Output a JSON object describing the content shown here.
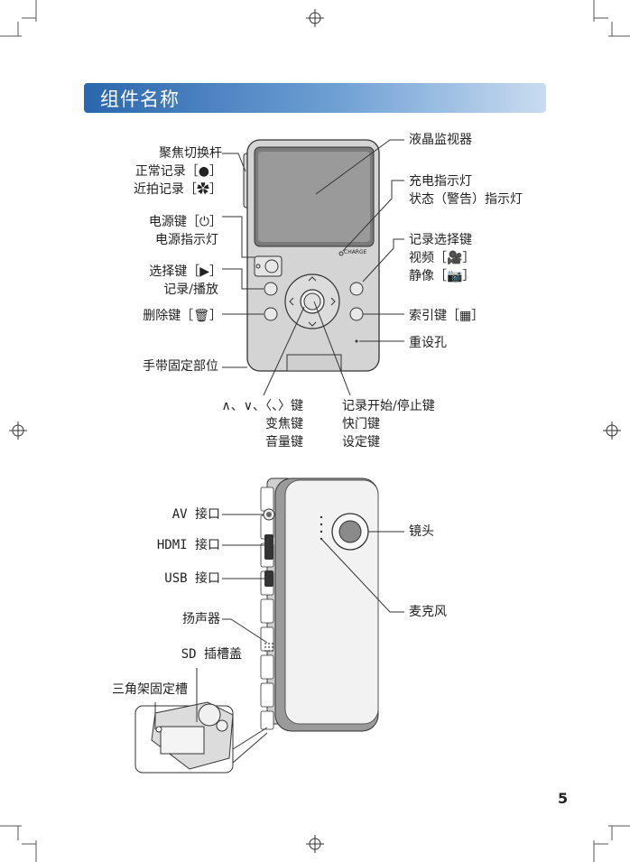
{
  "title": "组件名称",
  "page_number": "5",
  "front_labels": {
    "focus_switch": "聚焦切换杆",
    "normal_record": "正常记录［●］",
    "macro_record": "近拍记录［✿］",
    "power_key": "电源键［⏻］",
    "power_light": "电源指示灯",
    "select_key": "选择键［▶］",
    "record_play": "记录/播放",
    "delete_key": "删除键［🗑］",
    "strap_mount": "手带固定部位",
    "lcd": "液晶监视器",
    "charge_light": "充电指示灯",
    "status_light": "状态（警告）指示灯",
    "rec_select_key": "记录选择键",
    "video": "视频［🎥］",
    "still": "静像［📷］",
    "index_key": "索引键［▦］",
    "reset_hole": "重设孔",
    "arrow_keys": "∧、∨、〈、〉键",
    "zoom_key": "变焦键",
    "volume_key": "音量键",
    "rec_start_stop": "记录开始/停止键",
    "shutter_key": "快门键",
    "set_key": "设定键",
    "charge_mark": "CHARGE"
  },
  "back_labels": {
    "av": "AV 接口",
    "hdmi": "HDMI 接口",
    "usb": "USB 接口",
    "speaker": "扬声器",
    "sd_cover": "SD 插槽盖",
    "tripod": "三角架固定槽",
    "lens": "镜头",
    "mic": "麦克风"
  }
}
